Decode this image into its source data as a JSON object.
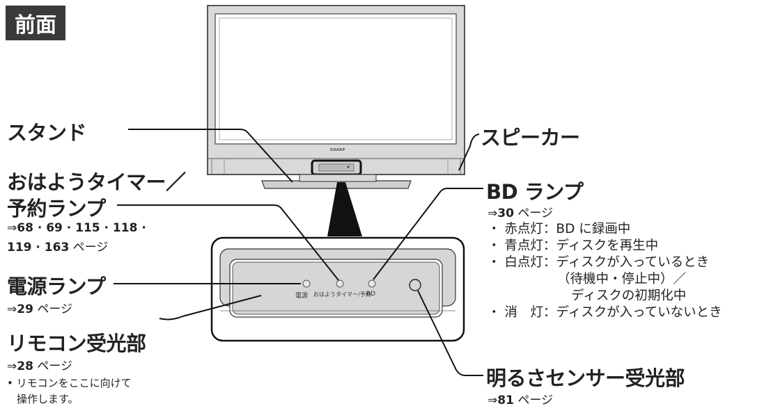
{
  "heading": "前面",
  "labels": {
    "stand": "スタンド",
    "timer_lamp_line1": "おはようタイマー／",
    "timer_lamp_line2": "予約ランプ",
    "timer_ref_pre": "⇒",
    "timer_ref_line1": "68 · 69 · 115 · 118 ·",
    "timer_ref_line2_bold": "119 · 163",
    "timer_ref_line2_suffix": " ページ",
    "power_lamp": "電源ランプ",
    "power_ref_num": "29",
    "remote_sensor": "リモコン受光部",
    "remote_ref_num": "28",
    "remote_note_line1": "• リモコンをここに向けて",
    "remote_note_line2": "操作します。",
    "speaker": "スピーカー",
    "bd_lamp": "BD ランプ",
    "bd_ref_num": "30",
    "bd_states": [
      "・ 赤点灯：BD に録画中",
      "・ 青点灯：ディスクを再生中",
      "・ 白点灯：ディスクが入っているとき",
      "（待機中・停止中）／",
      "ディスクの初期化中",
      "・ 消　灯：ディスクが入っていないとき"
    ],
    "light_sensor": "明るさセンサー受光部",
    "light_ref_num": "81",
    "ref_arrow": "⇒",
    "page_suffix": " ページ"
  },
  "panel": {
    "power": "電源",
    "timer": "おはようタイマー/予約",
    "bd": "BD"
  },
  "tv_brand": "SHARP",
  "colors": {
    "heading_bg": "#3a3a3a",
    "tv_frame": "#d9d9d9",
    "tv_screen": "#ffffff",
    "panel_fill": "#d6d6d6"
  }
}
